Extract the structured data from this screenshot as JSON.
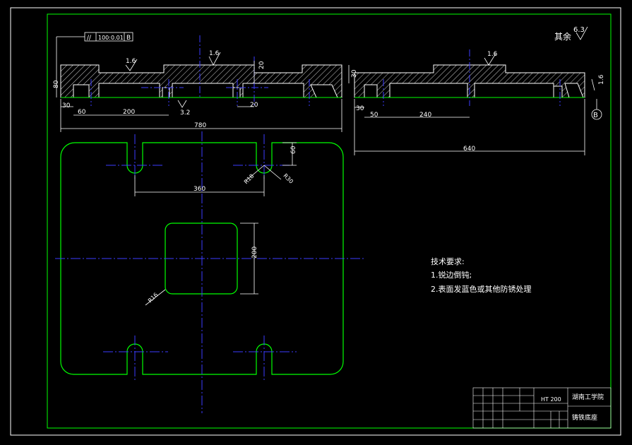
{
  "drawing": {
    "general_roughness": "其余",
    "general_roughness_value": "6.3",
    "tolerance": {
      "symbol": "//",
      "value": "100:0.01",
      "datum": "B"
    },
    "datum_label": "B",
    "roughness": {
      "left_a": "1.6",
      "left_b": "1.6",
      "right_top": "1.6",
      "right_side": "1.6",
      "bottom_mark": "3.2"
    },
    "dims": {
      "d80": "80",
      "d20_top": "20",
      "d30_right_h": "30",
      "d30_left": "30",
      "d60": "60",
      "d200": "200",
      "d20_bottom": "20",
      "d780": "780",
      "d30_r": "30",
      "d50": "50",
      "d240": "240",
      "d640": "640",
      "d60_slot": "60",
      "r18": "R18",
      "r30": "R30",
      "d360": "360",
      "d200_v": "200",
      "r16": "R16"
    },
    "notes": {
      "heading": "技术要求:",
      "item1": "1.锐边倒钝;",
      "item2": "2.表面发蓝色或其他防锈处理"
    },
    "title_block": {
      "material": "HT 200",
      "school": "湖南工学院",
      "part_name": "铸铁底座"
    }
  },
  "colors": {
    "outline": "#ffffff",
    "part": "#00ff00",
    "centerline": "#3c3cff",
    "hatch": "#ffffff",
    "leader": "#ff3030"
  }
}
